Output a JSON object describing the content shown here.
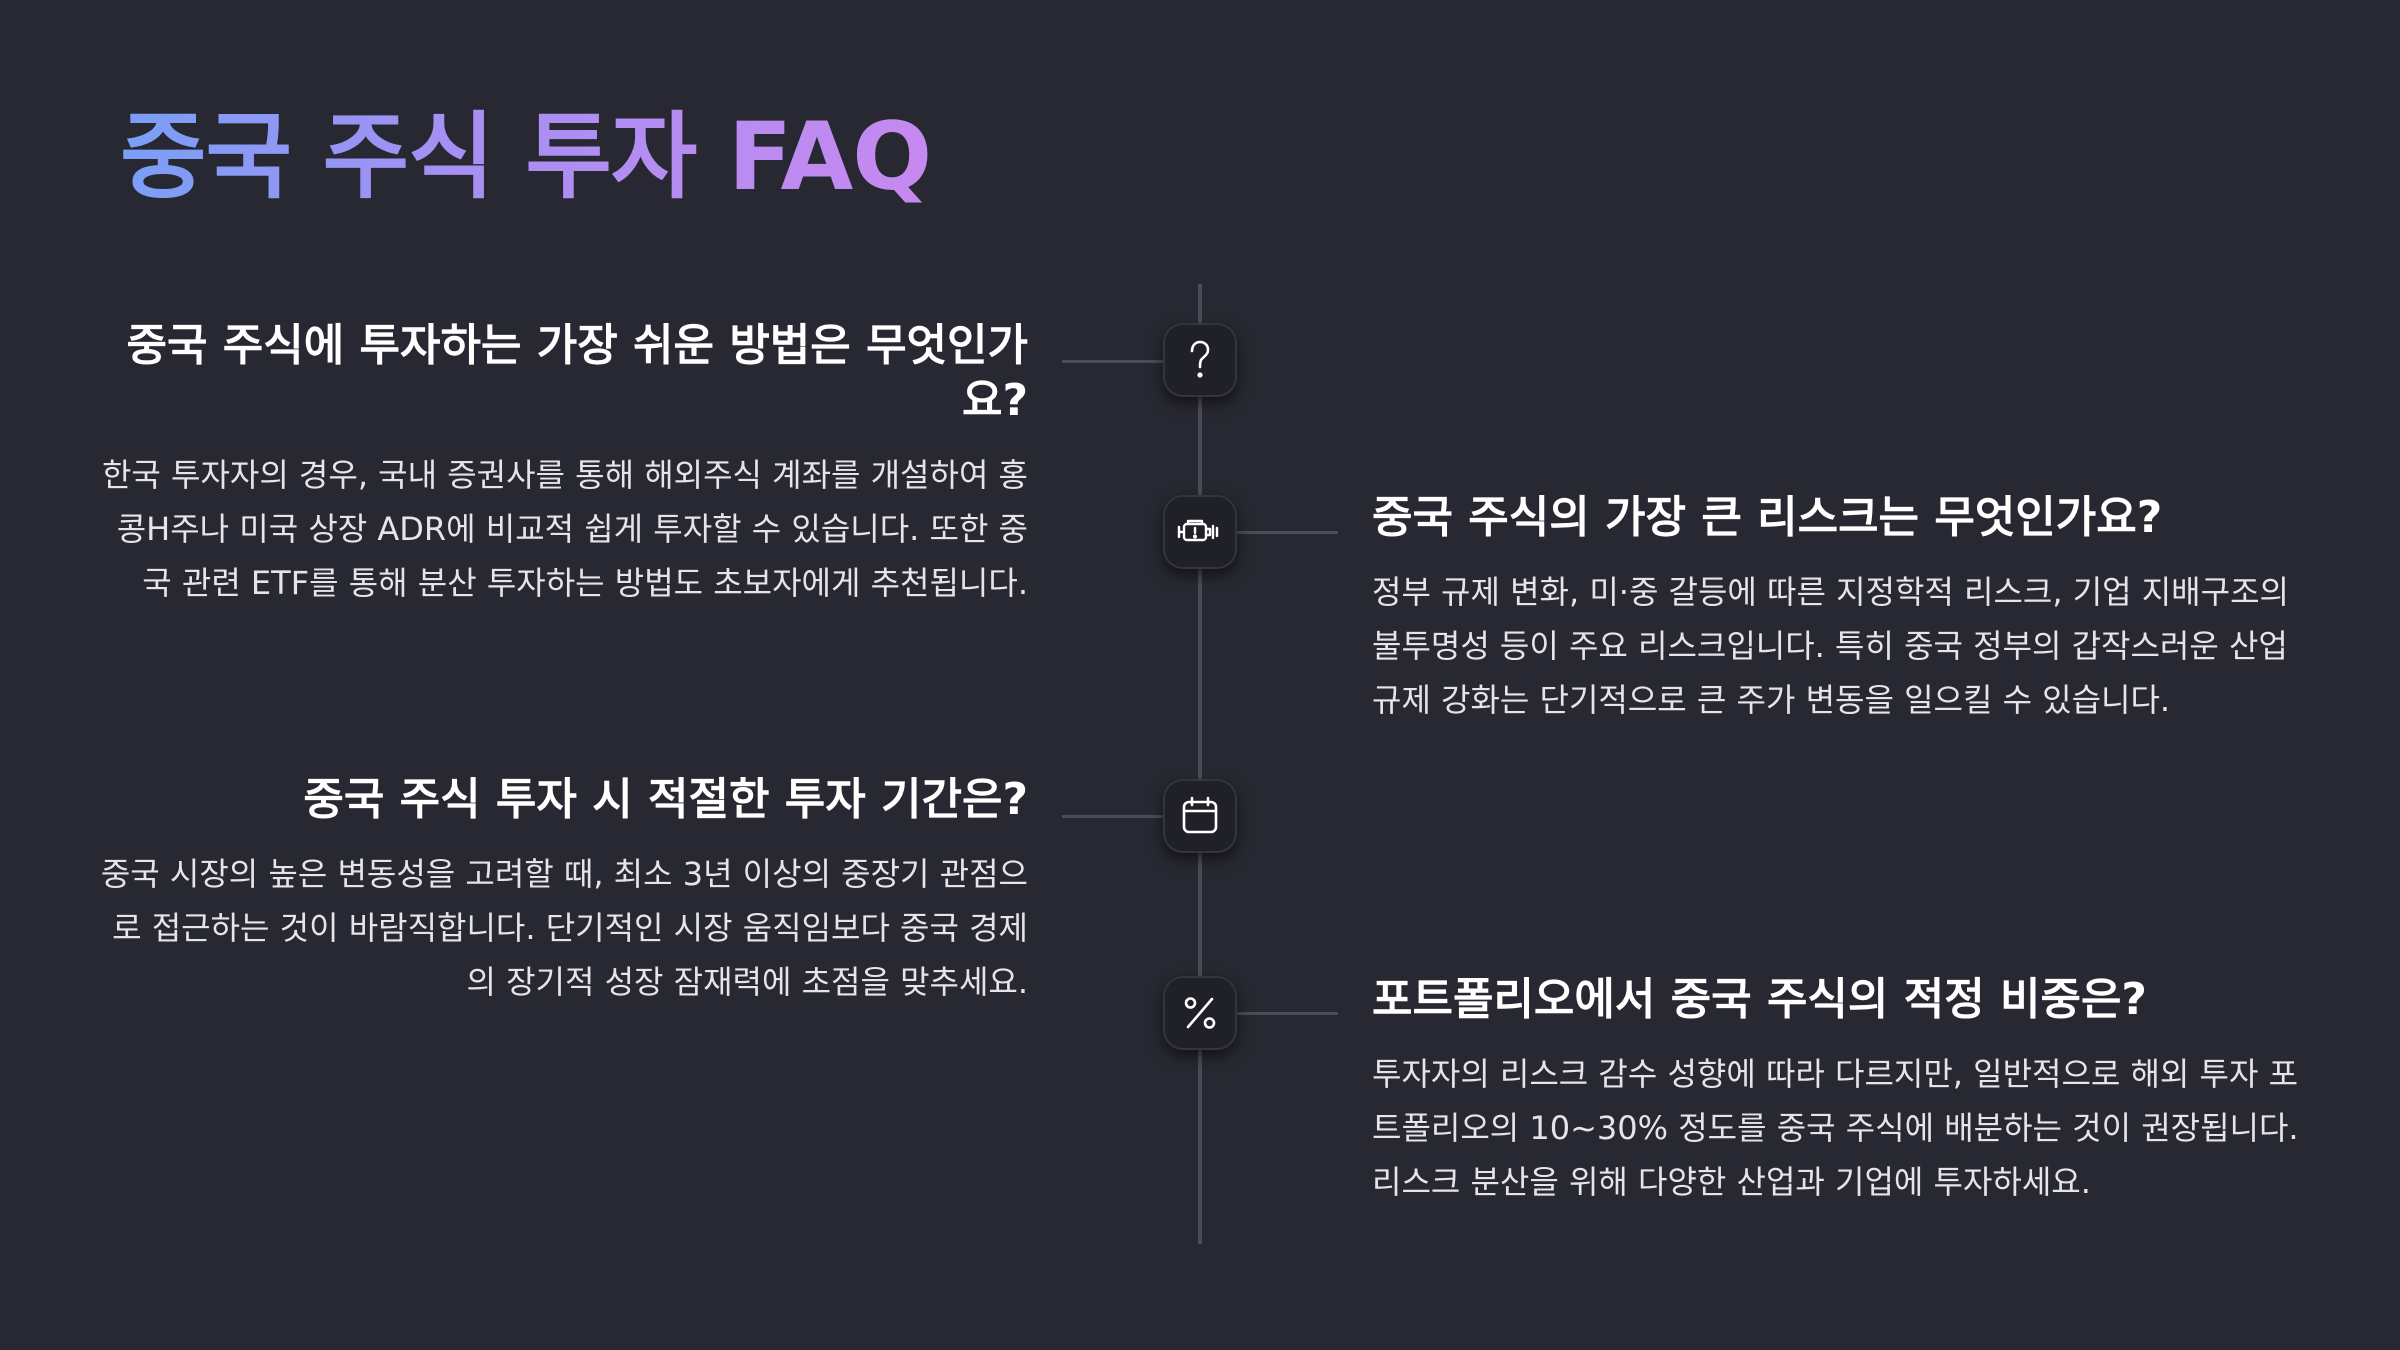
{
  "page": {
    "title": "중국 주식 투자 FAQ"
  },
  "faqs": [
    {
      "question": "중국 주식에 투자하는 가장 쉬운 방법은 무엇인가요?",
      "answer": "한국 투자자의 경우, 국내 증권사를 통해 해외주식 계좌를 개설하여 홍콩H주나 미국 상장 ADR에 비교적 쉽게 투자할 수 있습니다. 또한 중국 관련 ETF를 통해 분산 투자하는 방법도 초보자에게 추천됩니다.",
      "icon": "question-mark-icon",
      "side": "left"
    },
    {
      "question": "중국 주식의 가장 큰 리스크는 무엇인가요?",
      "answer": "정부 규제 변화, 미·중 갈등에 따른 지정학적 리스크, 기업 지배구조의 불투명성 등이 주요 리스크입니다. 특히 중국 정부의 갑작스러운 산업 규제 강화는 단기적으로 큰 주가 변동을 일으킬 수 있습니다.",
      "icon": "warning-battery-icon",
      "side": "right"
    },
    {
      "question": "중국 주식 투자 시 적절한 투자 기간은?",
      "answer": "중국 시장의 높은 변동성을 고려할 때, 최소 3년 이상의 중장기 관점으로 접근하는 것이 바람직합니다. 단기적인 시장 움직임보다 중국 경제의 장기적 성장 잠재력에 초점을 맞추세요.",
      "icon": "calendar-icon",
      "side": "left"
    },
    {
      "question": "포트폴리오에서 중국 주식의 적정 비중은?",
      "answer": "투자자의 리스크 감수 성향에 따라 다르지만, 일반적으로 해외 투자 포트폴리오의 10~30% 정도를 중국 주식에 배분하는 것이 권장됩니다. 리스크 분산을 위해 다양한 산업과 기업에 투자하세요.",
      "icon": "percent-icon",
      "side": "right"
    }
  ],
  "colors": {
    "background": "#272831",
    "title_gradient_start": "#7a9ff7",
    "title_gradient_end": "#c689f0",
    "line": "#4b4c57",
    "node": "#1f2028"
  }
}
